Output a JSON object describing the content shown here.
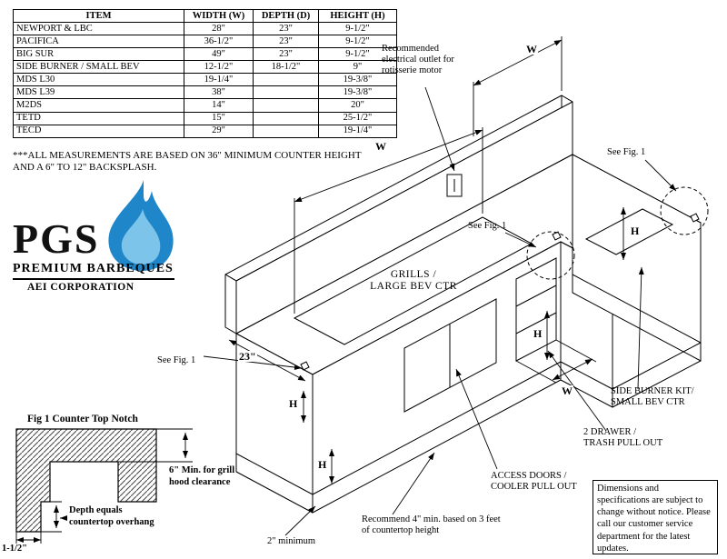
{
  "table": {
    "headers": [
      "ITEM",
      "WIDTH (W)",
      "DEPTH (D)",
      "HEIGHT (H)"
    ],
    "rows": [
      {
        "item": "NEWPORT & LBC",
        "width": "28\"",
        "depth": "23\"",
        "height": "9-1/2\""
      },
      {
        "item": "PACIFICA",
        "width": "36-1/2\"",
        "depth": "23\"",
        "height": "9-1/2\""
      },
      {
        "item": "BIG SUR",
        "width": "49\"",
        "depth": "23\"",
        "height": "9-1/2\""
      },
      {
        "item": "SIDE BURNER / SMALL BEV",
        "width": "12-1/2\"",
        "depth": "18-1/2\"",
        "height": "9\""
      },
      {
        "item": "MDS L30",
        "width": "19-1/4\"",
        "depth": "",
        "height": "19-3/8\""
      },
      {
        "item": "MDS L39",
        "width": "38\"",
        "depth": "",
        "height": "19-3/8\""
      },
      {
        "item": "M2DS",
        "width": "14\"",
        "depth": "",
        "height": "20\""
      },
      {
        "item": "TETD",
        "width": "15\"",
        "depth": "",
        "height": "25-1/2\""
      },
      {
        "item": "TECD",
        "width": "29\"",
        "depth": "",
        "height": "19-1/4\""
      }
    ]
  },
  "note": "***ALL MEASUREMENTS ARE BASED ON 36\" MINIMUM COUNTER HEIGHT AND A 6\" TO 12\" BACKSPLASH.",
  "logo": {
    "name": "PGS",
    "tagline": "PREMIUM BARBEQUES",
    "company": "AEI CORPORATION",
    "flame_outer": "#1f86c9",
    "flame_inner": "#7cc4ea"
  },
  "diagram": {
    "labels": {
      "outlet": "Recommended electrical outlet for rotisserie motor",
      "grills_line1": "GRILLS /",
      "grills_line2": "LARGE BEV CTR",
      "see_fig": "See Fig. 1",
      "w": "W",
      "h": "H",
      "dim23": "23\"",
      "side_burner_line1": "SIDE BURNER KIT/",
      "side_burner_line2": "SMALL BEV CTR",
      "drawer_line1": "2 DRAWER /",
      "drawer_line2": "TRASH PULL OUT",
      "access_line1": "ACCESS DOORS /",
      "access_line2": "COOLER PULL OUT",
      "recommend": "Recommend 4\" min. based on 3 feet of countertop height",
      "min2": "2\" minimum"
    }
  },
  "fig1": {
    "title": "Fig 1 Counter Top Notch",
    "clearance": "6\" Min. for grill hood clearance",
    "depth_note": "Depth equals countertop overhang",
    "lip": "1-1/2\""
  },
  "notice": "Dimensions and specifications are subject to change without notice. Please call our customer service department for the latest updates."
}
